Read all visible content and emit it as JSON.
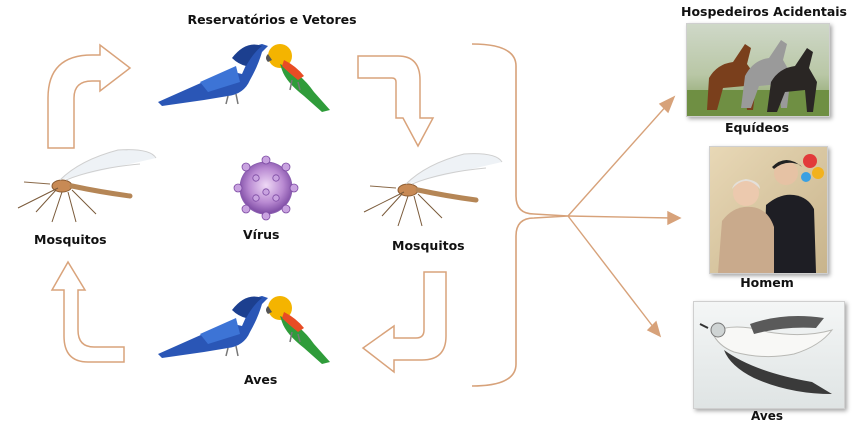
{
  "title": "Reservatórios e Vetores",
  "cycle": {
    "mosquitos_left": "Mosquitos",
    "mosquitos_right": "Mosquitos",
    "virus": "Vírus",
    "aves": "Aves"
  },
  "accidental_hosts": {
    "heading": "Hospedeiros Acidentais",
    "items": [
      {
        "label": "Equídeos",
        "icon": "horses-photo"
      },
      {
        "label": "Homem",
        "icon": "elderly-couple-photo"
      },
      {
        "label": "Aves",
        "icon": "dead-bird-photo"
      }
    ]
  },
  "colors": {
    "arrow_stroke": "#d9a37b",
    "bracket": "#d7a27a"
  }
}
